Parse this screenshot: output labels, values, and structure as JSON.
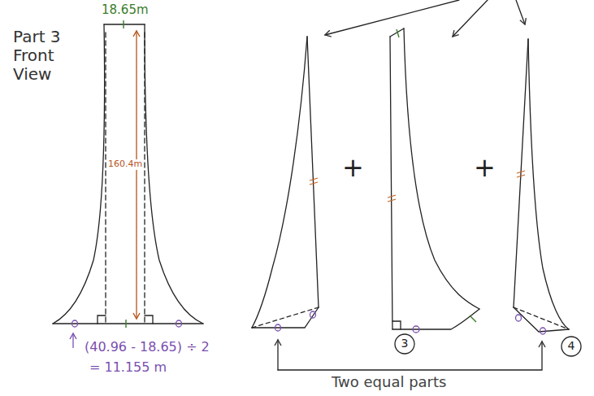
{
  "diagram": {
    "nodes": [
      {
        "text": [
          "3"
        ]
      },
      {
        "text": [
          "4"
        ]
      }
    ],
    "labels": [
      "Part 3 Front View",
      "18.65m",
      "160.4m",
      "(40.96 - 18.65) ÷ 2",
      "= 11.155 m",
      "+",
      "+",
      "Two equal parts"
    ]
  }
}
